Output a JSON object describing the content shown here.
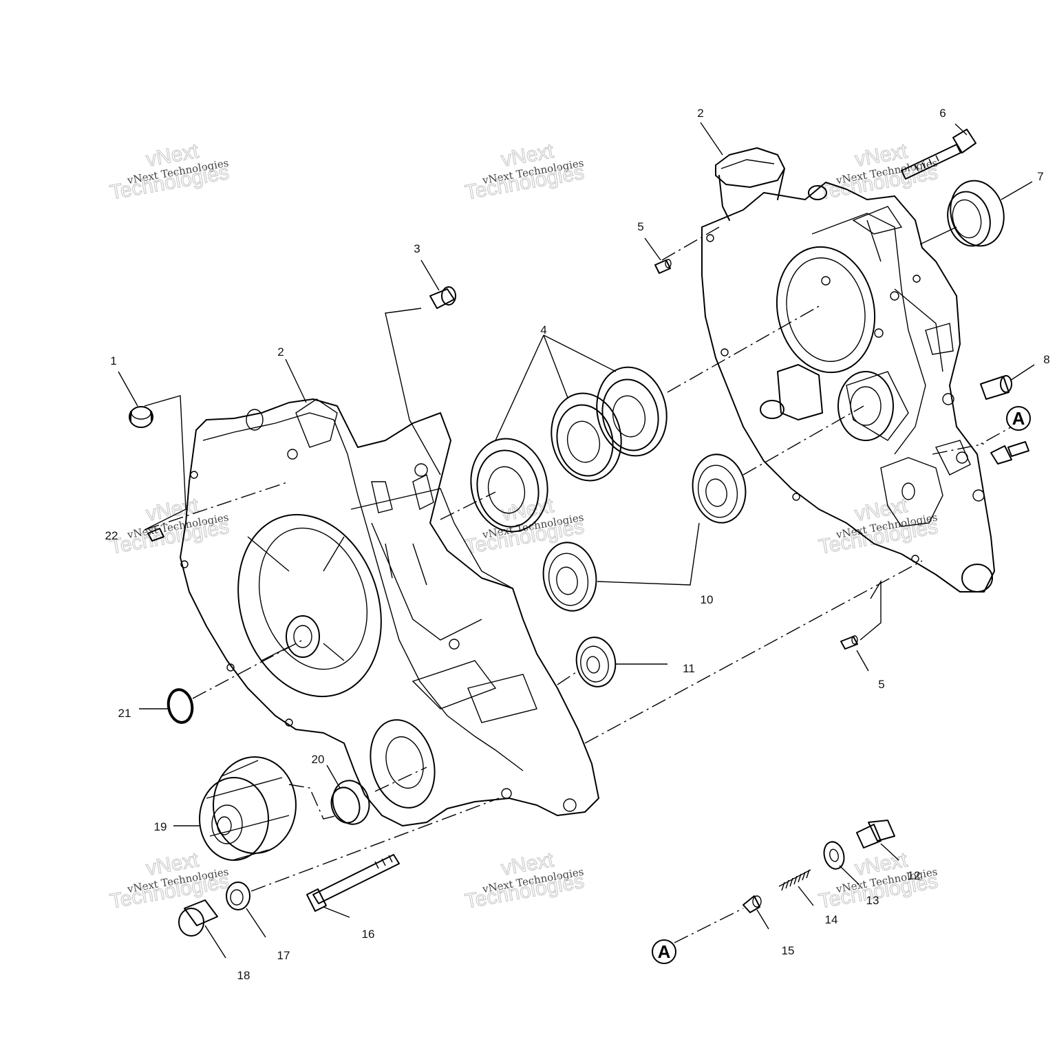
{
  "callouts": [
    {
      "id": "c1",
      "text": "1"
    },
    {
      "id": "c2a",
      "text": "2"
    },
    {
      "id": "c2b",
      "text": "2"
    },
    {
      "id": "c3",
      "text": "3"
    },
    {
      "id": "c4",
      "text": "4"
    },
    {
      "id": "c5a",
      "text": "5"
    },
    {
      "id": "c5b",
      "text": "5"
    },
    {
      "id": "c6",
      "text": "6"
    },
    {
      "id": "c7",
      "text": "7"
    },
    {
      "id": "c8",
      "text": "8"
    },
    {
      "id": "c10",
      "text": "10"
    },
    {
      "id": "c11",
      "text": "11"
    },
    {
      "id": "c12",
      "text": "12"
    },
    {
      "id": "c13",
      "text": "13"
    },
    {
      "id": "c14",
      "text": "14"
    },
    {
      "id": "c15",
      "text": "15"
    },
    {
      "id": "c16",
      "text": "16"
    },
    {
      "id": "c17",
      "text": "17"
    },
    {
      "id": "c18",
      "text": "18"
    },
    {
      "id": "c19",
      "text": "19"
    },
    {
      "id": "c20",
      "text": "20"
    },
    {
      "id": "c21",
      "text": "21"
    },
    {
      "id": "c22",
      "text": "22"
    }
  ],
  "reference_marks": {
    "a_top": "A",
    "a_bottom": "A"
  },
  "watermark": {
    "line1": "vNext Technologies",
    "line2": "vNext",
    "line3": "Technologies"
  }
}
